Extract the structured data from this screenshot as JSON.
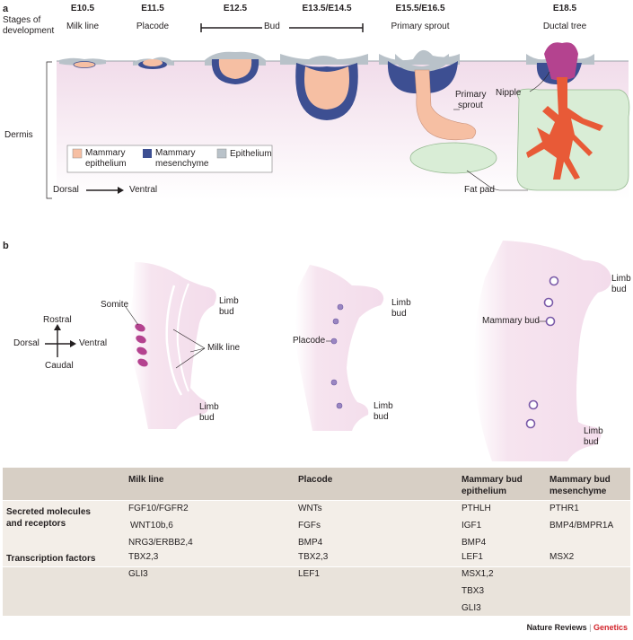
{
  "panel_a": {
    "label": "a",
    "stages_title": [
      "Stages of",
      "development"
    ],
    "stages": [
      {
        "age": "E10.5",
        "name": "Milk line"
      },
      {
        "age": "E11.5",
        "name": "Placode"
      },
      {
        "age": "E12.5",
        "name": ""
      },
      {
        "age": "E13.5/E14.5",
        "name": ""
      },
      {
        "age": "E15.5/E16.5",
        "name": "Primary sprout"
      },
      {
        "age": "E18.5",
        "name": "Ductal tree"
      }
    ],
    "bud_label": "Bud",
    "dermis_label": "Dermis",
    "dorsal_label": "Dorsal",
    "ventral_label": "Ventral",
    "primary_sprout_label": [
      "Primary",
      "sprout"
    ],
    "nipple_label": "Nipple",
    "fat_pad_label": "Fat pad",
    "legend": [
      {
        "label": [
          "Mammary",
          "epithelium"
        ],
        "color": "#f6bfa3"
      },
      {
        "label": [
          "Mammary",
          "mesenchyme"
        ],
        "color": "#3d4f92"
      },
      {
        "label": [
          "Epithelium"
        ],
        "color": "#b9c2c9"
      }
    ]
  },
  "panel_b": {
    "label": "b",
    "compass": {
      "rostral": "Rostral",
      "caudal": "Caudal",
      "dorsal": "Dorsal",
      "ventral": "Ventral"
    },
    "somite_label": "Somite",
    "milk_line_label": "Milk line",
    "limb_bud_label": [
      "Limb",
      "bud"
    ],
    "placode_label": "Placode",
    "mammary_bud_label": "Mammary bud"
  },
  "table": {
    "columns": [
      "Milk line",
      "Placode",
      "Mammary bud epithelium",
      "Mammary bud mesenchyme"
    ],
    "column_lines": [
      [
        "Milk line"
      ],
      [
        "Placode"
      ],
      [
        "Mammary bud",
        "epithelium"
      ],
      [
        "Mammary bud",
        "mesenchyme"
      ]
    ],
    "rows": [
      {
        "header_lines": [
          "Secreted molecules",
          "and receptors"
        ],
        "cells": [
          [
            "FGF10/FGFR2",
            "WNT10b,6",
            "NRG3/ERBB2,4"
          ],
          [
            "WNTs",
            "FGFs",
            "BMP4"
          ],
          [
            "PTHLH",
            "IGF1",
            "BMP4"
          ],
          [
            "PTHR1",
            "BMP4/BMPR1A"
          ]
        ]
      },
      {
        "header_lines": [
          "Transcription factors"
        ],
        "cells": [
          [
            "TBX2,3",
            "GLI3"
          ],
          [
            "TBX2,3",
            "LEF1"
          ],
          [
            "LEF1",
            "MSX1,2",
            "TBX3",
            "GLI3"
          ],
          [
            "MSX2"
          ]
        ]
      }
    ]
  },
  "footer": {
    "publisher": "Nature Reviews",
    "separator": "|",
    "journal": "Genetics"
  }
}
